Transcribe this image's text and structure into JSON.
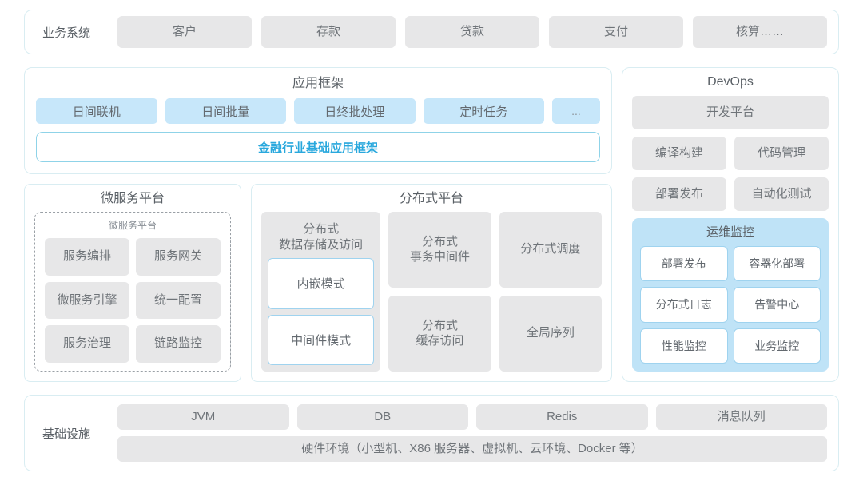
{
  "business_systems": {
    "label": "业务系统",
    "items": [
      "客户",
      "存款",
      "贷款",
      "支付",
      "核算……"
    ]
  },
  "app_framework": {
    "title": "应用框架",
    "chips": [
      "日间联机",
      "日间批量",
      "日终批处理",
      "定时任务"
    ],
    "ellipsis": "...",
    "banner": "金融行业基础应用框架"
  },
  "microservice_platform": {
    "title": "微服务平台",
    "inner_title": "微服务平台",
    "items": [
      "服务编排",
      "服务网关",
      "微服务引擎",
      "统一配置",
      "服务治理",
      "链路监控"
    ]
  },
  "distributed_platform": {
    "title": "分布式平台",
    "storage_card": {
      "title": "分布式\n数据存储及访问",
      "modes": [
        "内嵌模式",
        "中间件模式"
      ]
    },
    "items": [
      "分布式\n事务中间件",
      "分布式调度",
      "分布式\n缓存访问",
      "全局序列"
    ]
  },
  "devops": {
    "title": "DevOps",
    "platform": "开发平台",
    "row1": [
      "编译构建",
      "代码管理"
    ],
    "row2": [
      "部署发布",
      "自动化测试"
    ],
    "ops": {
      "title": "运维监控",
      "items": [
        "部署发布",
        "容器化部署",
        "分布式日志",
        "告警中心",
        "性能监控",
        "业务监控"
      ]
    }
  },
  "infrastructure": {
    "label": "基础设施",
    "items": [
      "JVM",
      "DB",
      "Redis",
      "消息队列"
    ],
    "hardware": "硬件环境（小型机、X86 服务器、虚拟机、云环境、Docker 等）"
  },
  "colors": {
    "panel_border": "#d9edf2",
    "chip_gray": "#e7e7e8",
    "chip_blue": "#c7e7fa",
    "accent": "#29a8dd",
    "ops_bg": "#bfe3f7"
  }
}
